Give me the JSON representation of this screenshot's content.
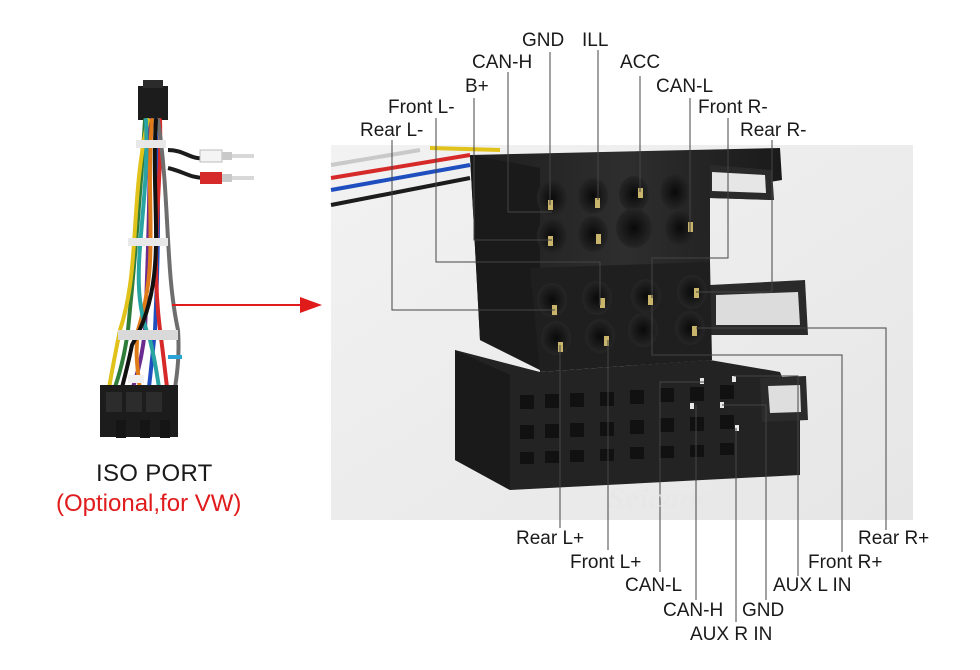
{
  "caption": {
    "title": "ISO PORT",
    "subtitle": "(Optional,for VW)"
  },
  "watermark": "Seicane",
  "colors": {
    "arrow": "#e01b1b",
    "caption_sub": "#e01b1b",
    "connector": "#242424",
    "leader": "#444444"
  },
  "top_labels": [
    "GND",
    "ILL",
    "CAN-H",
    "ACC",
    "B+",
    "CAN-L",
    "Front L-",
    "Front R-",
    "Rear L-",
    "Rear R-"
  ],
  "bottom_labels": [
    "Rear R+",
    "Rear L+",
    "Front L+",
    "Front R+",
    "CAN-L",
    "AUX L IN",
    "CAN-H",
    "GND",
    "AUX R IN"
  ]
}
